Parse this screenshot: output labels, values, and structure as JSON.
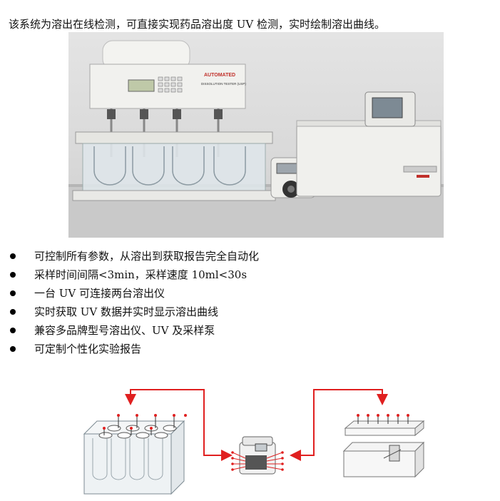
{
  "intro_text": "该系统为溶出在线检测，可直接实现药品溶出度 UV 检测，实时绘制溶出曲线。",
  "photo": {
    "brand_label": "AUTOMATED",
    "model_label": "DISSOLUTION TESTER (USP)"
  },
  "features": [
    "可控制所有参数，从溶出到获取报告完全自动化",
    "采样时间间隔<3min，采样速度 10ml<30s",
    "一台 UV 可连接两台溶出仪",
    "实时获取 UV 数据并实时显示溶出曲线",
    "兼容多品牌型号溶出仪、UV 及采样泵",
    "可定制个性化实验报告"
  ],
  "colors": {
    "arrow": "#e02020",
    "text": "#111111",
    "instrument_body": "#eeeeea",
    "brand_red": "#c0302a"
  }
}
